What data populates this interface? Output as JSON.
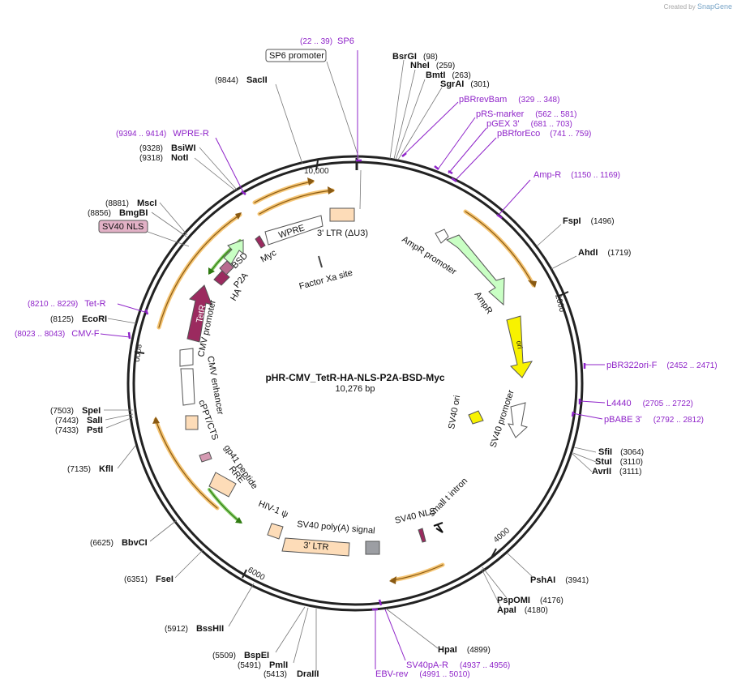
{
  "credit": {
    "prefix": "Created by",
    "brand": "SnapGene"
  },
  "title": "pHR-CMV_TetR-HA-NLS-P2A-BSD-Myc",
  "size_label": "10,276 bp",
  "total_bp": 10276,
  "ticks": [
    "2000",
    "4000",
    "6000",
    "8000",
    "10,000"
  ],
  "enzymes": [
    {
      "name": "BsrGI",
      "pos": "98"
    },
    {
      "name": "NheI",
      "pos": "259"
    },
    {
      "name": "BmtI",
      "pos": "263"
    },
    {
      "name": "SgrAI",
      "pos": "301"
    },
    {
      "name": "FspI",
      "pos": "1496"
    },
    {
      "name": "AhdI",
      "pos": "1719"
    },
    {
      "name": "SfiI",
      "pos": "3064"
    },
    {
      "name": "StuI",
      "pos": "3110"
    },
    {
      "name": "AvrII",
      "pos": "3111"
    },
    {
      "name": "PshAI",
      "pos": "3941"
    },
    {
      "name": "PspOMI",
      "pos": "4176"
    },
    {
      "name": "ApaI",
      "pos": "4180"
    },
    {
      "name": "HpaI",
      "pos": "4899"
    },
    {
      "name": "DraIII",
      "pos": "5413"
    },
    {
      "name": "PmlI",
      "pos": "5491"
    },
    {
      "name": "BspEI",
      "pos": "5509"
    },
    {
      "name": "BssHII",
      "pos": "5912"
    },
    {
      "name": "FseI",
      "pos": "6351"
    },
    {
      "name": "BbvCI",
      "pos": "6625"
    },
    {
      "name": "KflI",
      "pos": "7135"
    },
    {
      "name": "PstI",
      "pos": "7433"
    },
    {
      "name": "SalI",
      "pos": "7443"
    },
    {
      "name": "SpeI",
      "pos": "7503"
    },
    {
      "name": "EcoRI",
      "pos": "8125"
    },
    {
      "name": "BmgBI",
      "pos": "8856"
    },
    {
      "name": "MscI",
      "pos": "8881"
    },
    {
      "name": "NotI",
      "pos": "9318"
    },
    {
      "name": "BsiWI",
      "pos": "9328"
    },
    {
      "name": "SacII",
      "pos": "9844"
    }
  ],
  "primers": [
    {
      "name": "SP6",
      "range": "(22 .. 39)"
    },
    {
      "name": "pBRrevBam",
      "range": "(329 .. 348)"
    },
    {
      "name": "pRS-marker",
      "range": "(562 .. 581)"
    },
    {
      "name": "pGEX 3'",
      "range": "(681 .. 703)"
    },
    {
      "name": "pBRforEco",
      "range": "(741 .. 759)"
    },
    {
      "name": "Amp-R",
      "range": "(1150 .. 1169)"
    },
    {
      "name": "pBR322ori-F",
      "range": "(2452 .. 2471)"
    },
    {
      "name": "L4440",
      "range": "(2705 .. 2722)"
    },
    {
      "name": "pBABE 3'",
      "range": "(2792 .. 2812)"
    },
    {
      "name": "SV40pA-R",
      "range": "(4937 .. 4956)"
    },
    {
      "name": "EBV-rev",
      "range": "(4991 .. 5010)"
    },
    {
      "name": "CMV-F",
      "range": "(8023 .. 8043)"
    },
    {
      "name": "Tet-R",
      "range": "(8210 .. 8229)"
    },
    {
      "name": "WPRE-R",
      "range": "(9394 .. 9414)"
    }
  ],
  "boxed_labels": [
    {
      "name": "SP6 promoter"
    },
    {
      "name": "SV40 NLS"
    }
  ],
  "features": {
    "ampr_promoter": "AmpR promoter",
    "ampr": "AmpR",
    "ori": "ori",
    "sv40_ori": "SV40 ori",
    "sv40_promoter": "SV40 promoter",
    "sv40_nls": "SV40 NLS",
    "small_t_intron": "small t intron",
    "sv40_polya": "SV40 poly(A) signal",
    "ltr3": "3' LTR",
    "hiv_psi": "HIV-1 ψ",
    "rre": "RRE",
    "gp41": "gp41 peptide",
    "cppt": "cPPT/CTS",
    "cmv_enh": "CMV enhancer",
    "cmv_prom": "CMV promoter",
    "tetr": "TetR",
    "ha": "HA",
    "p2a": "P2A",
    "bsd": "BSD",
    "myc": "Myc",
    "wpre": "WPRE",
    "ltr3_du3": "3' LTR (ΔU3)",
    "factor_xa": "Factor Xa site"
  },
  "colors": {
    "primer": "#8f24c9",
    "orf_arrow": "#f0a84a",
    "ampr_fill": "#c9ffc4",
    "ori_fill": "#f8f200",
    "tetr_fill": "#9b2a5f",
    "ltr_fill": "#fddcb8",
    "polya_fill": "#9c9ea3"
  }
}
